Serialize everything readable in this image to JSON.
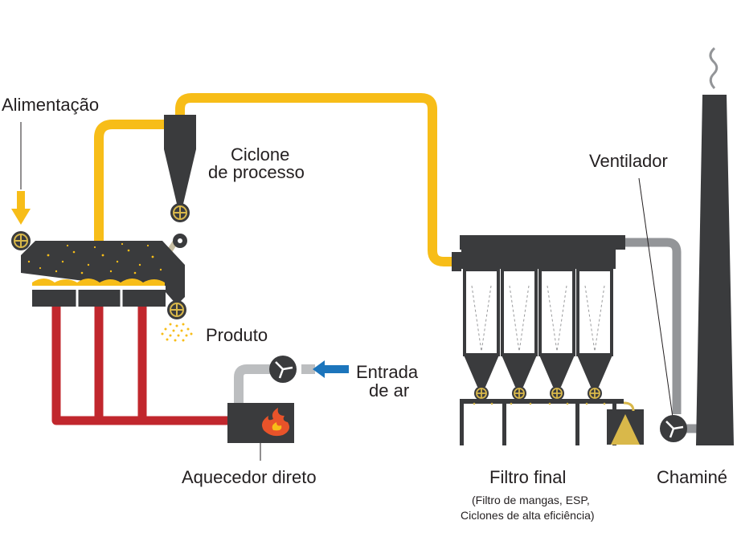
{
  "labels": {
    "feed": "Alimentação",
    "cyclone_line1": "Ciclone",
    "cyclone_line2": "de processo",
    "product": "Produto",
    "air_line1": "Entrada",
    "air_line2": "de ar",
    "heater": "Aquecedor direto",
    "fan": "Ventilador",
    "filter": "Filtro final",
    "filter_note_line1": "(Filtro de mangas, ESP,",
    "filter_note_line2": "Ciclones de alta eficiência)",
    "stack": "Chaminé"
  },
  "colors": {
    "hot_gas": "#f7bd18",
    "hot_air": "#c1272d",
    "exhaust": "#939598",
    "equipment": "#3a3b3d",
    "air_inlet": "#1c75bc",
    "powder": "#d9b84a",
    "product_return": "#c8bfa3",
    "flame": "#e8532a"
  },
  "icons": {
    "feed_arrow": "down-arrow-icon",
    "air_arrow": "left-arrow-icon",
    "valves": "rotary-valve-icon",
    "fans": "fan-icon",
    "burner": "flame-icon",
    "smoke": "smoke-icon"
  }
}
